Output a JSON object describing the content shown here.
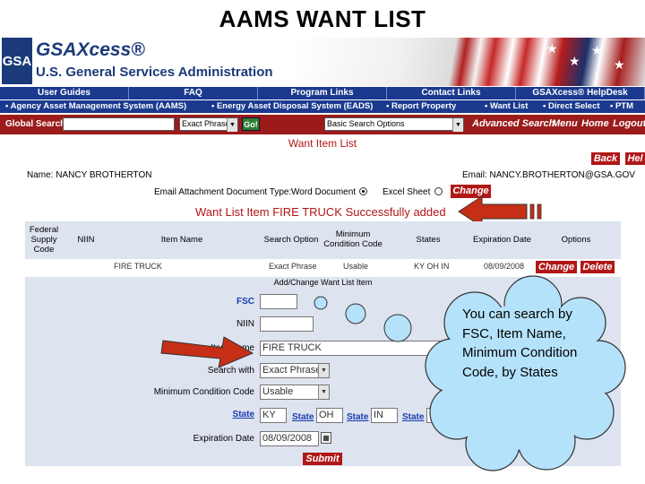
{
  "slide_title": "AAMS WANT LIST",
  "header": {
    "logo_text": "GSA",
    "brand": "GSAXcess®",
    "subbrand": "U.S. General Services Administration"
  },
  "nav_primary": [
    "User Guides",
    "FAQ",
    "Program Links",
    "Contact Links",
    "GSAXcess® HelpDesk"
  ],
  "nav_secondary": [
    "• Agency Asset Management System (AAMS)",
    "• Energy Asset Disposal System (EADS)",
    "• Report Property",
    "• Want List",
    "• Direct Select",
    "• PTM"
  ],
  "search_bar": {
    "label": "Global Search",
    "input_value": "",
    "mode": "Exact Phrase",
    "go": "Go!",
    "options": "Basic Search Options",
    "advanced": "Advanced Search",
    "menu": "Menu",
    "home": "Home",
    "logout": "Logout"
  },
  "page_title": "Want Item List",
  "back": "Back",
  "help": "Hel",
  "user": {
    "name_line": "Name: NANCY BROTHERTON",
    "email_line": "Email: NANCY.BROTHERTON@GSA.GOV"
  },
  "attachment": {
    "label": "Email Attachment Document Type:",
    "word": "Word Document",
    "excel": "Excel Sheet",
    "selected": "word",
    "change": "Change"
  },
  "success_message": "Want List Item FIRE TRUCK Successfully added",
  "table": {
    "headers": [
      "Federal Supply Code",
      "NIIN",
      "Item Name",
      "Search Option",
      "Minimum Condition Code",
      "States",
      "Expiration Date",
      "Options"
    ],
    "row": {
      "fsc": "",
      "niin": "",
      "item_name": "FIRE TRUCK",
      "search_option": "Exact Phrase",
      "condition": "Usable",
      "states": "KY OH IN",
      "expiration": "08/09/2008",
      "change": "Change",
      "delete": "Delete"
    }
  },
  "section_header": "Add/Change Want List Item",
  "form": {
    "fsc_label": "FSC",
    "fsc_value": "",
    "niin_label": "NIIN",
    "niin_value": "",
    "item_name_label": "Item Name",
    "item_name_value": "FIRE TRUCK",
    "search_with_label": "Search with",
    "search_with_value": "Exact Phrase",
    "condition_label": "Minimum Condition Code",
    "condition_value": "Usable",
    "state_label": "State",
    "state_values": [
      "KY",
      "OH",
      "IN",
      ""
    ],
    "expiration_label": "Expiration Date",
    "expiration_value": "08/09/2008",
    "submit": "Submit"
  },
  "callout": "You can search by FSC, Item Name, Minimum Condition Code, by States",
  "colors": {
    "nav_blue": "#1b3a8f",
    "accent_red": "#b01717",
    "table_bg": "#dde3ef",
    "arrow_red": "#c62e16",
    "cloud": "#b5e2fb"
  }
}
